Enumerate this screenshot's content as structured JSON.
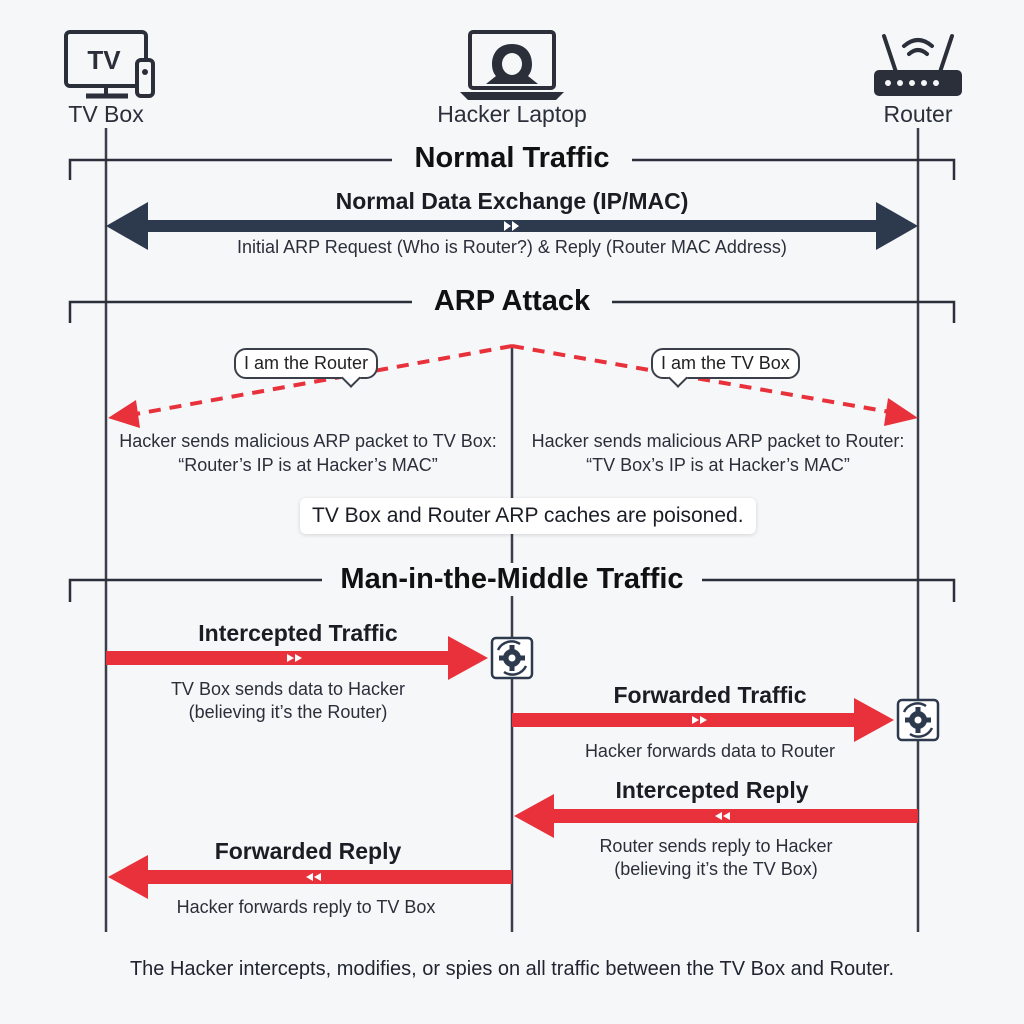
{
  "actors": {
    "left": {
      "name": "TV Box",
      "icon": "tv-box-icon",
      "icon_text": "TV"
    },
    "center": {
      "name": "Hacker Laptop",
      "icon": "hooded-hacker-laptop-icon"
    },
    "right": {
      "name": "Router",
      "icon": "wifi-router-icon"
    }
  },
  "sections": {
    "normal": {
      "title": "Normal Traffic"
    },
    "attack": {
      "title": "ARP Attack"
    },
    "mitm": {
      "title": "Man-in-the-Middle Traffic"
    }
  },
  "normal_exchange": {
    "title": "Normal Data Exchange (IP/MAC)",
    "description": "Initial ARP Request (Who is Router?) & Reply (Router MAC Address)"
  },
  "attack_left": {
    "bubble": "I am the Router",
    "line1": "Hacker sends malicious ARP packet to TV Box:",
    "line2": "“Router’s IP is at Hacker’s MAC”"
  },
  "attack_right": {
    "bubble": "I am the TV Box",
    "line1": "Hacker sends malicious ARP packet to Router:",
    "line2": "“TV Box’s IP is at Hacker’s MAC”"
  },
  "poisoned_note": "TV Box and Router ARP caches are poisoned.",
  "mitm": {
    "intercepted_traffic": {
      "title": "Intercepted Traffic",
      "line1": "TV Box sends data to Hacker",
      "line2": "(believing it’s the Router)"
    },
    "forwarded_traffic": {
      "title": "Forwarded Traffic",
      "line1": "Hacker forwards data to Router"
    },
    "intercepted_reply": {
      "title": "Intercepted Reply",
      "line1": "Router sends reply to Hacker",
      "line2": "(believing it’s the TV Box)"
    },
    "forwarded_reply": {
      "title": "Forwarded Reply",
      "line1": "Hacker forwards reply to TV Box"
    }
  },
  "footer": "The Hacker intercepts, modifies, or spies on all traffic between the TV Box and Router.",
  "colors": {
    "navy": "#2d3a4e",
    "red": "#e8313a",
    "lifeline": "#3a3f4a"
  }
}
